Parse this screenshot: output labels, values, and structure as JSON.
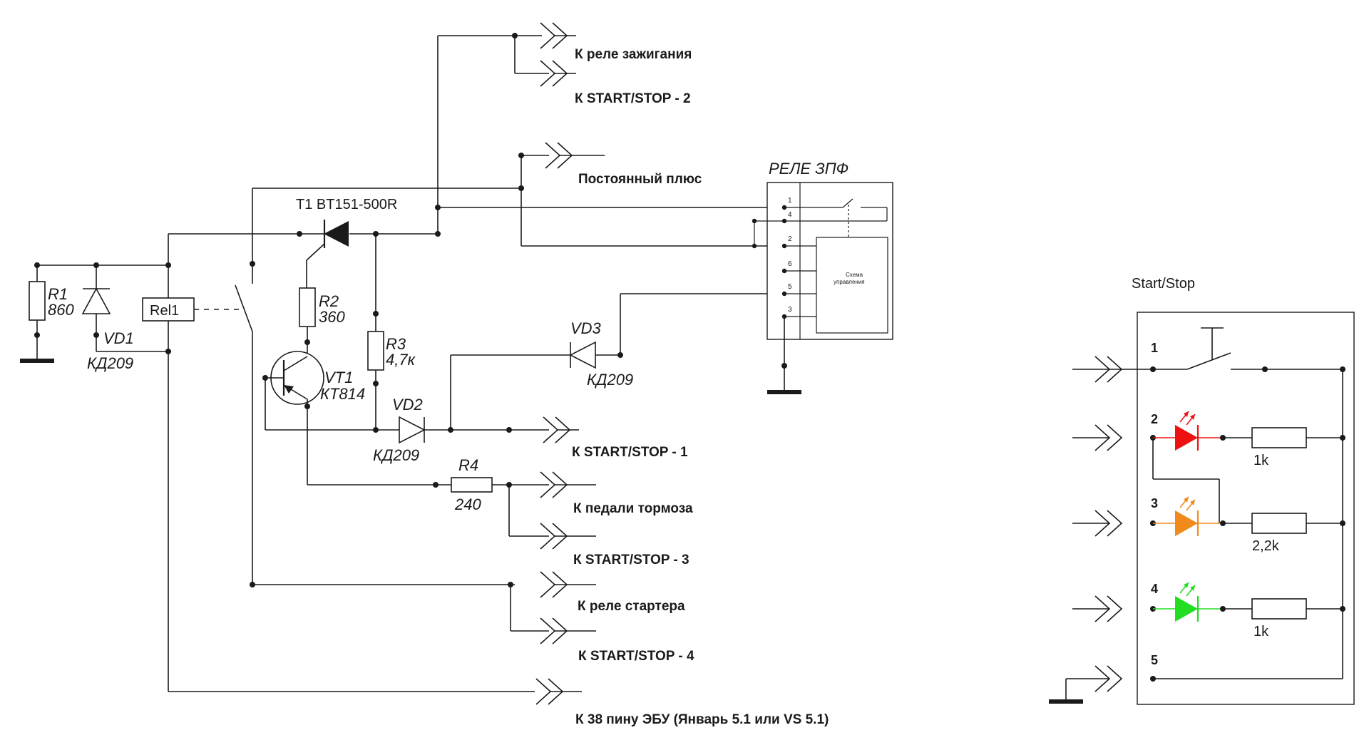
{
  "connectors": {
    "ignition_relay": "К реле зажигания",
    "start_stop_2": "К START/STOP - 2",
    "constant_plus": "Постоянный плюс",
    "start_stop_1": "К START/STOP - 1",
    "brake_pedal": "К педали тормоза",
    "start_stop_3": "К START/STOP - 3",
    "starter_relay": "К реле стартера",
    "start_stop_4": "К START/STOP - 4",
    "ecu_pin38": "К 38 пину ЭБУ (Январь 5.1 или VS 5.1)"
  },
  "components": {
    "t1": "T1  BT151-500R",
    "r1_name": "R1",
    "r1_value": "860",
    "vd1_name": "VD1",
    "vd1_type": "КД209",
    "rel1": "Rel1",
    "r2_name": "R2",
    "r2_value": "360",
    "r3_name": "R3",
    "r3_value": "4,7к",
    "vt1_name": "VT1",
    "vt1_type": "КТ814",
    "vd2_name": "VD2",
    "vd2_type": "КД209",
    "vd3_name": "VD3",
    "vd3_type": "КД209",
    "r4_name": "R4",
    "r4_value": "240"
  },
  "relay_zpf": {
    "title": "РЕЛЕ ЗПФ",
    "pins": [
      "1",
      "4",
      "2",
      "6",
      "5",
      "3"
    ],
    "control_block": [
      "Схема",
      "управления"
    ]
  },
  "start_stop_panel": {
    "title": "Start/Stop",
    "pins": [
      "1",
      "2",
      "3",
      "4",
      "5"
    ],
    "resistors": [
      "1k",
      "2,2k",
      "1k"
    ],
    "led_colors": [
      "#ee1111",
      "#f08a1c",
      "#22dd22"
    ]
  }
}
